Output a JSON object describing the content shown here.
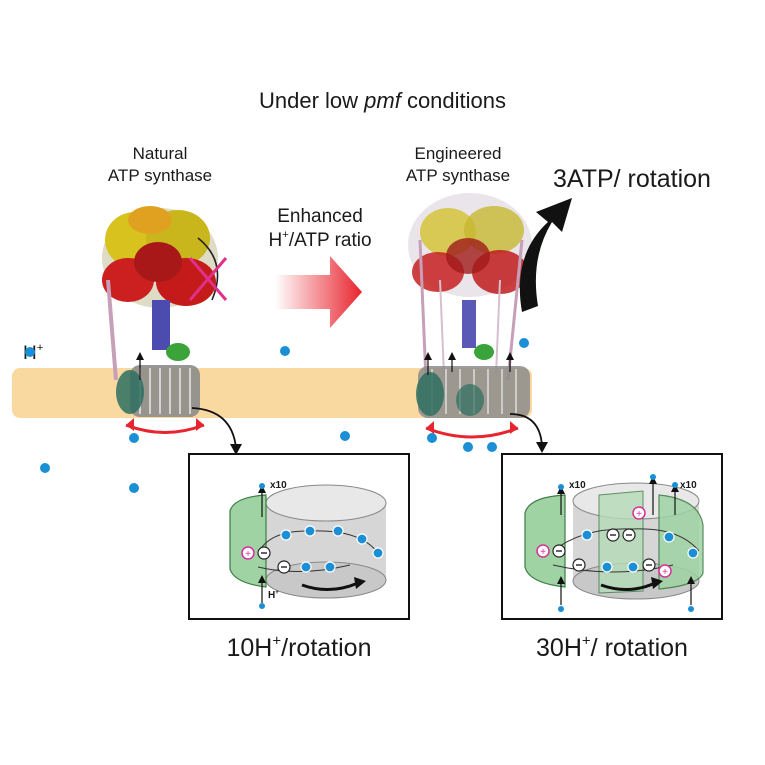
{
  "title": {
    "prefix": "Under low ",
    "pmf": "pmf",
    "suffix": " conditions"
  },
  "natural": {
    "line1": "Natural",
    "line2": "ATP synthase"
  },
  "engineered": {
    "line1": "Engineered",
    "line2": "ATP synthase"
  },
  "arrow_label": {
    "line1": "Enhanced",
    "line2_pre": "H",
    "sup": "+",
    "line2_post": "/ATP ratio"
  },
  "rotation_output": "3ATP/ rotation",
  "proton_label": {
    "base": "H",
    "sup": "+"
  },
  "inset_left": {
    "multiplier": "x10",
    "proton_base": "H",
    "proton_sup": "+",
    "caption_pre": "10H",
    "caption_sup": "+",
    "caption_post": "/rotation"
  },
  "inset_right": {
    "multiplier_a": "x10",
    "multiplier_b": "x10",
    "caption_pre": "30H",
    "caption_sup": "+",
    "caption_post": "/ rotation"
  },
  "colors": {
    "membrane": "#f9d9a0",
    "proton": "#1b8fd6",
    "arrow_red": "#e8242e",
    "inhibit_x": "#e0308a",
    "ring_green": "#9fd3a4",
    "ring_gray": "#cfcfcf"
  }
}
